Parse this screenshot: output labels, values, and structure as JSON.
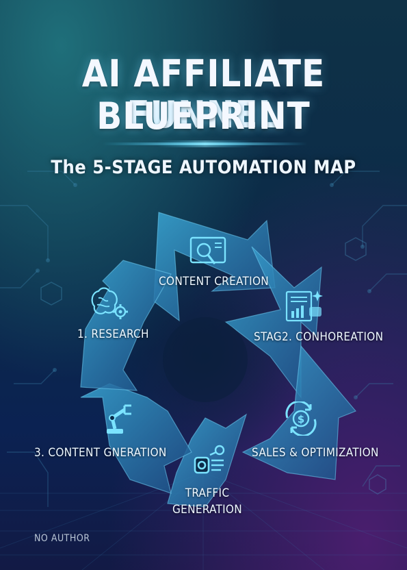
{
  "cover": {
    "title_line1": "AI AFFILIATE FUNNEL",
    "title_line2": "BLUEPRINT",
    "subtitle": "The 5-STAGE AUTOMATION MAP",
    "author": "NO AUTHOR"
  },
  "stages": {
    "content_creation": "CONTENT CREATION",
    "research": "1. RESEARCH",
    "stage2": "STAG2. CONHOREATION",
    "content_generation": "3. CONTENT GNERATION",
    "sales": "SALES & OPTIMIZATION",
    "traffic": "TRAFFIC GENERATION"
  },
  "icons": {
    "content_creation": "magnifier-document-icon",
    "research": "brain-gear-icon",
    "stage2": "chart-document-icon",
    "content_generation": "robot-arm-icon",
    "sales": "dollar-cycle-icon",
    "traffic": "speaker-icon"
  },
  "colors": {
    "accent": "#35c6ee",
    "arrow_fill": "#2a6f9a",
    "text": "#f4f8ff"
  }
}
